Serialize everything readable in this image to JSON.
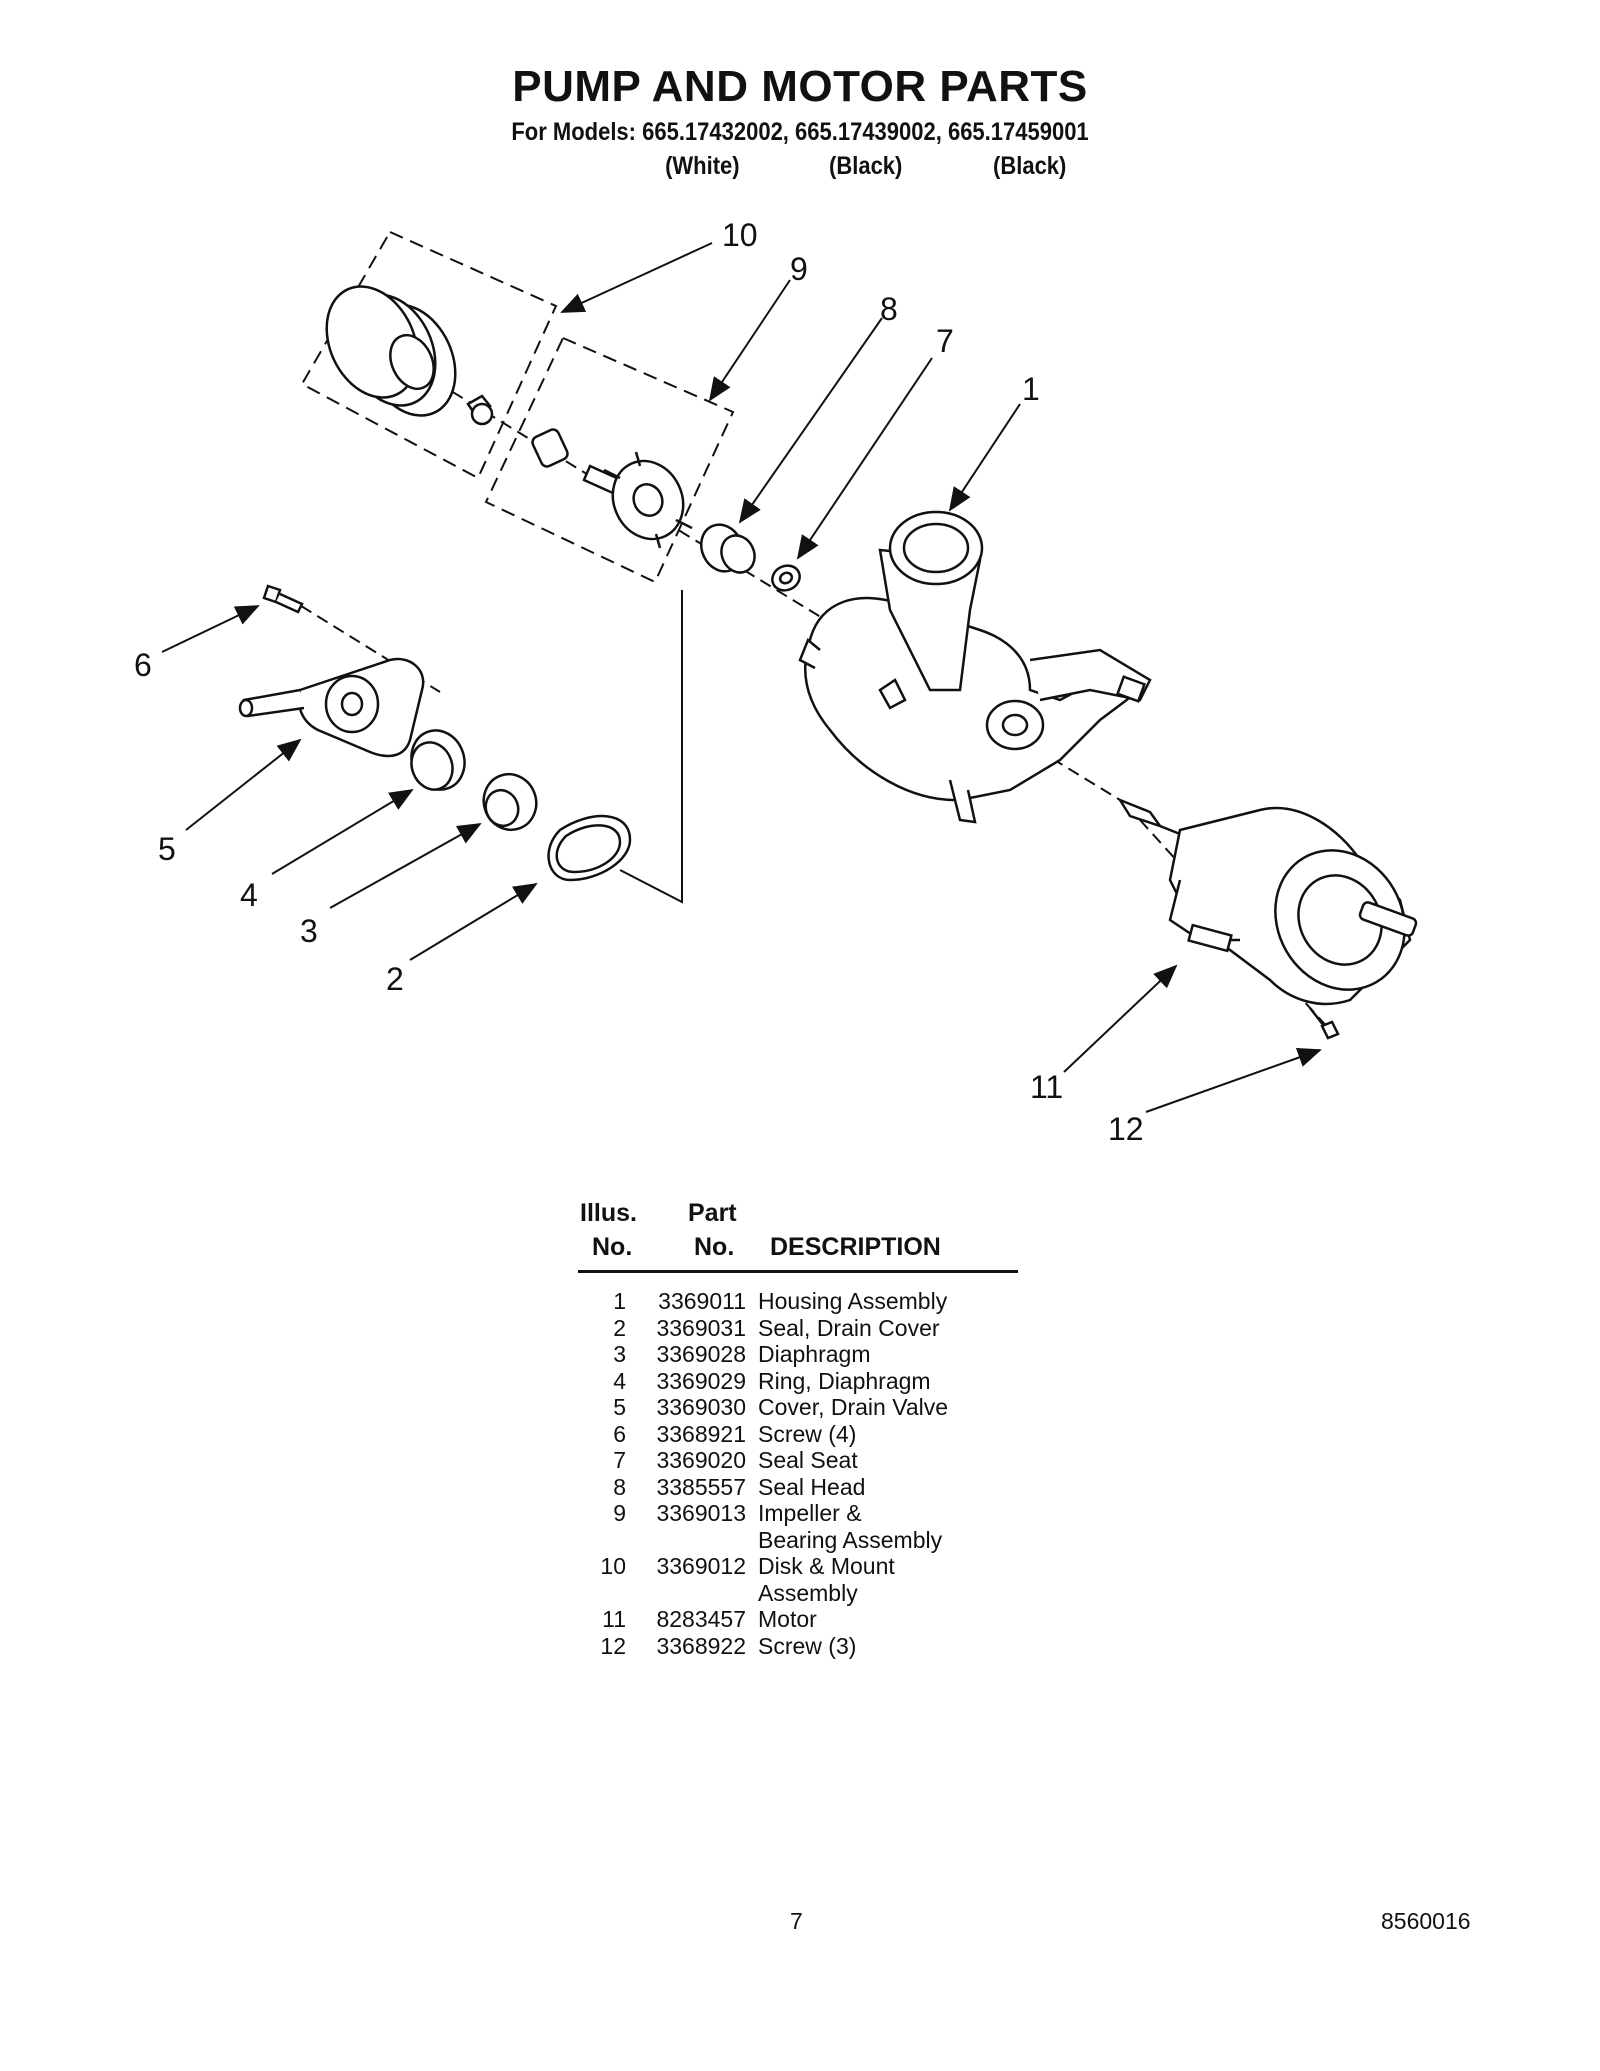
{
  "header": {
    "title": "PUMP AND MOTOR PARTS",
    "models_line": "For Models: 665.17432002, 665.17439002, 665.17459001",
    "variants": [
      "(White)",
      "(Black)",
      "(Black)"
    ]
  },
  "callouts": [
    "10",
    "9",
    "8",
    "7",
    "1",
    "6",
    "5",
    "4",
    "3",
    "2",
    "11",
    "12"
  ],
  "parts_table": {
    "headers": {
      "illus_top": "Illus.",
      "illus_bottom": "No.",
      "part_top": "Part",
      "part_bottom": "No.",
      "description": "DESCRIPTION"
    },
    "rows": [
      {
        "no": "1",
        "part": "3369011",
        "desc": "Housing Assembly"
      },
      {
        "no": "2",
        "part": "3369031",
        "desc": "Seal, Drain Cover"
      },
      {
        "no": "3",
        "part": "3369028",
        "desc": "Diaphragm"
      },
      {
        "no": "4",
        "part": "3369029",
        "desc": "Ring, Diaphragm"
      },
      {
        "no": "5",
        "part": "3369030",
        "desc": "Cover, Drain Valve"
      },
      {
        "no": "6",
        "part": "3368921",
        "desc": "Screw (4)"
      },
      {
        "no": "7",
        "part": "3369020",
        "desc": "Seal Seat"
      },
      {
        "no": "8",
        "part": "3385557",
        "desc": "Seal Head"
      },
      {
        "no": "9",
        "part": "3369013",
        "desc": "Impeller &"
      },
      {
        "no": "",
        "part": "",
        "desc": "Bearing Assembly"
      },
      {
        "no": "10",
        "part": "3369012",
        "desc": "Disk & Mount"
      },
      {
        "no": "",
        "part": "",
        "desc": "Assembly"
      },
      {
        "no": "11",
        "part": "8283457",
        "desc": "Motor"
      },
      {
        "no": "12",
        "part": "3368922",
        "desc": "Screw (3)"
      }
    ]
  },
  "footer": {
    "page_number": "7",
    "doc_number": "8560016"
  }
}
